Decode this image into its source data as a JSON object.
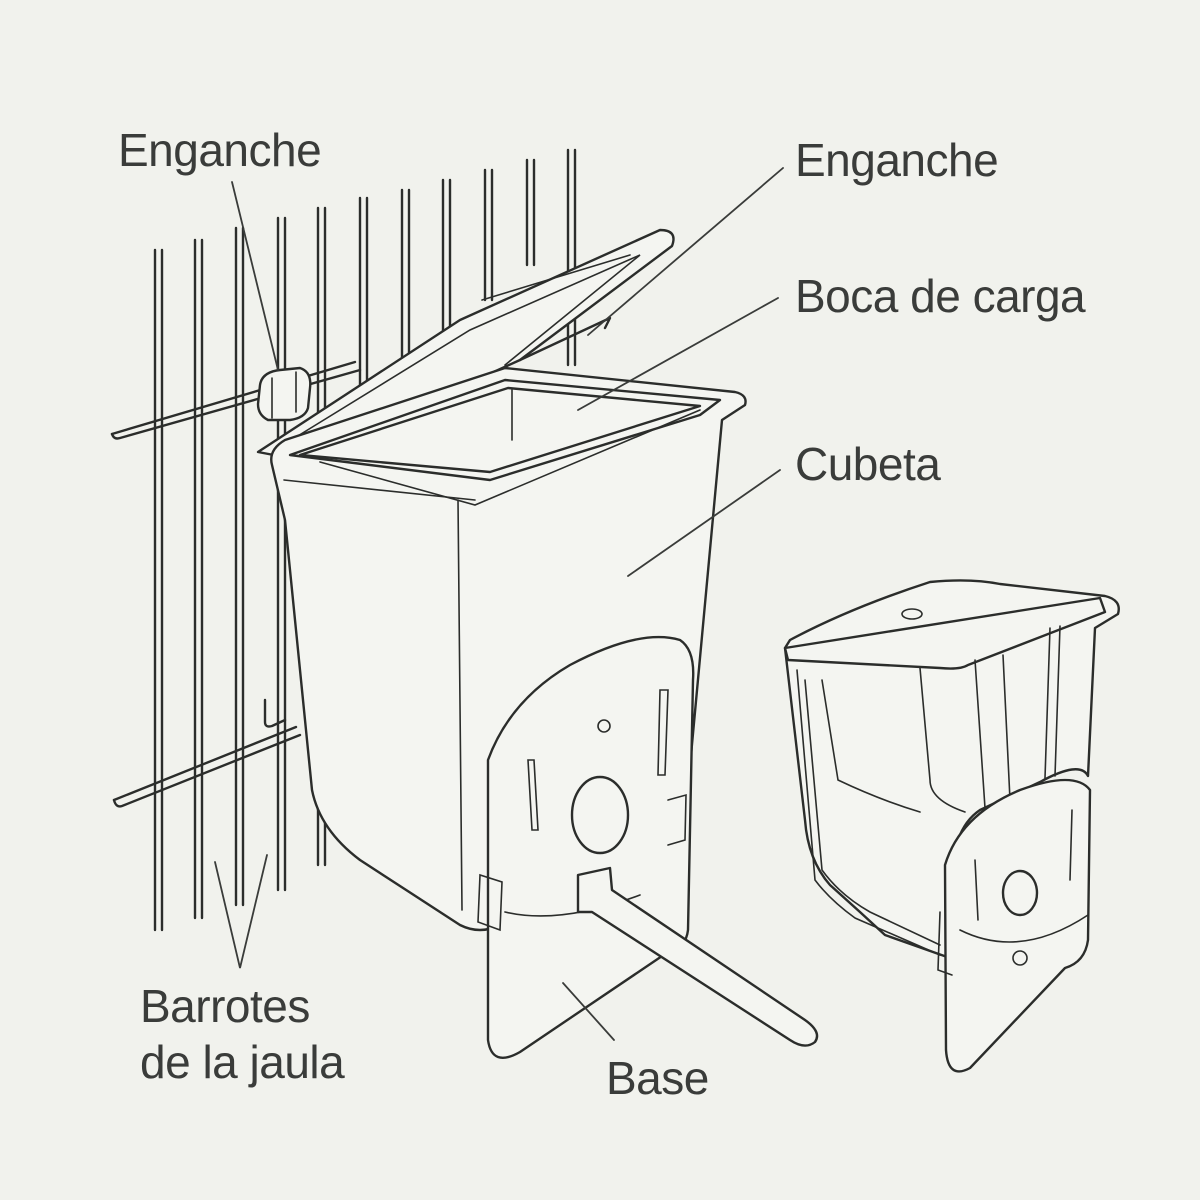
{
  "labels": {
    "hook_left": "Enganche",
    "hook_right": "Enganche",
    "loading_mouth": "Boca de carga",
    "bucket": "Cubeta",
    "cage_bars_line1": "Barrotes",
    "cage_bars_line2": "de la jaula",
    "base": "Base"
  },
  "colors": {
    "background": "#f1f2ed",
    "line": "#2b2d2b",
    "text": "#3a3c3a"
  }
}
